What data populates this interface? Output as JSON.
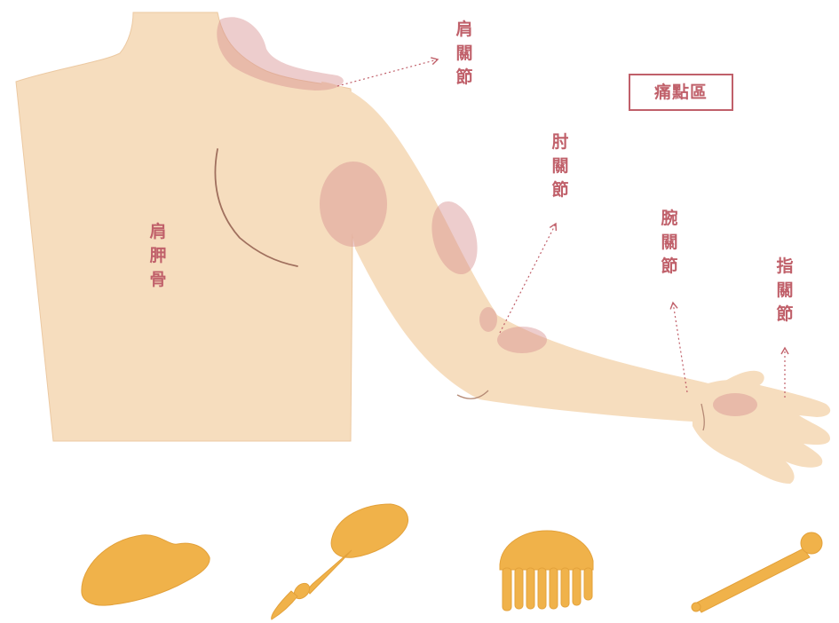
{
  "legend": {
    "label": "痛點區"
  },
  "labels": {
    "shoulder_joint": "肩關節",
    "elbow_joint": "肘關節",
    "wrist_joint": "腕關節",
    "finger_joint": "指關節",
    "scapula": "肩胛骨"
  },
  "colors": {
    "skin": "#f6ddbe",
    "skin_shadow": "#ecc9a2",
    "pain_area": "#d89090",
    "label_text": "#c0606a",
    "tool": "#f0b24a"
  },
  "tools": [
    {
      "icon": "gua-sha-board-icon"
    },
    {
      "icon": "massage-spoon-stick-icon"
    },
    {
      "icon": "massage-comb-icon"
    },
    {
      "icon": "massage-rod-icon"
    }
  ]
}
